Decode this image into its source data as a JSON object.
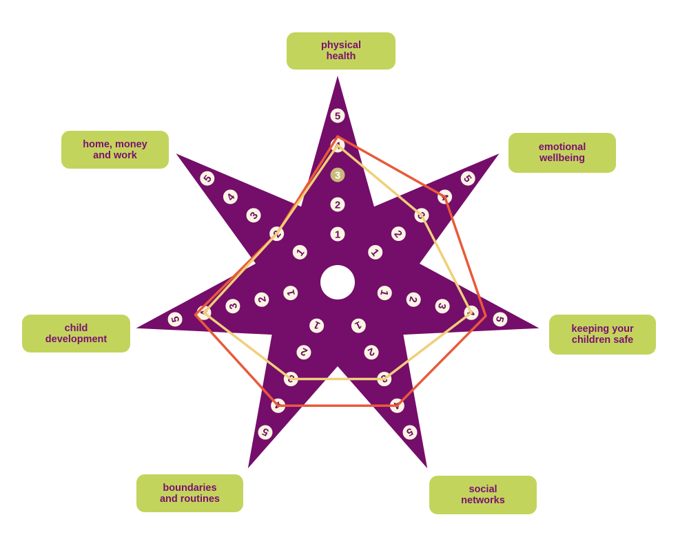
{
  "colors": {
    "star": "#750d6a",
    "label_box": "#c3d45c",
    "label_text": "#7a1070",
    "outer_polygon": "#e85a3a",
    "inner_polygon": "#f0cf78",
    "marker_fill": "#fbf4e4",
    "marker_text": "#6a1060",
    "highlight_marker": "#c9b97a"
  },
  "arms": [
    {
      "name": "physical-health",
      "label": "physical\nhealth",
      "scale": [
        "1",
        "2",
        "3",
        "4",
        "5"
      ],
      "highlighted": "3"
    },
    {
      "name": "emotional-wellbeing",
      "label": "emotional\nwellbeing",
      "scale": [
        "1",
        "2",
        "3",
        "4",
        "5"
      ]
    },
    {
      "name": "keeping-your-children-safe",
      "label": "keeping your\nchildren safe",
      "scale": [
        "1",
        "2",
        "3",
        "4",
        "5"
      ]
    },
    {
      "name": "social-networks",
      "label": "social\nnetworks",
      "scale": [
        "1",
        "2",
        "3",
        "4",
        "5"
      ]
    },
    {
      "name": "boundaries-and-routines",
      "label": "boundaries\nand routines",
      "scale": [
        "1",
        "2",
        "3",
        "4",
        "5"
      ]
    },
    {
      "name": "child-development",
      "label": "child\ndevelopment",
      "scale": [
        "1",
        "2",
        "3",
        "4",
        "5"
      ]
    },
    {
      "name": "home-money-and-work",
      "label": "home, money\nand work",
      "scale": [
        "1",
        "2",
        "3",
        "4",
        "5"
      ]
    }
  ],
  "series": [
    {
      "color": "#e85a3a",
      "values": [
        4.3,
        4,
        4.5,
        4,
        4,
        4.3,
        2
      ]
    },
    {
      "color": "#f0cf78",
      "values": [
        4,
        3,
        4,
        3,
        3,
        4,
        2
      ]
    }
  ]
}
